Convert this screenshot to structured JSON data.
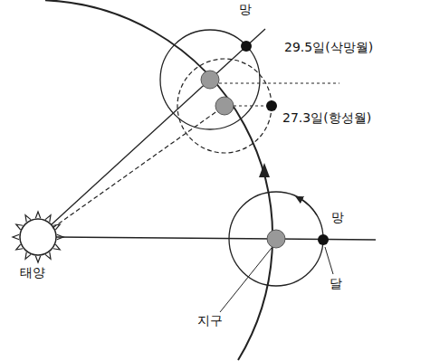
{
  "diagram": {
    "labels": [
      "망",
      "29.5일(삭망월)",
      "27.3일(항성월)",
      "망",
      "달",
      "지구",
      "태양"
    ]
  }
}
